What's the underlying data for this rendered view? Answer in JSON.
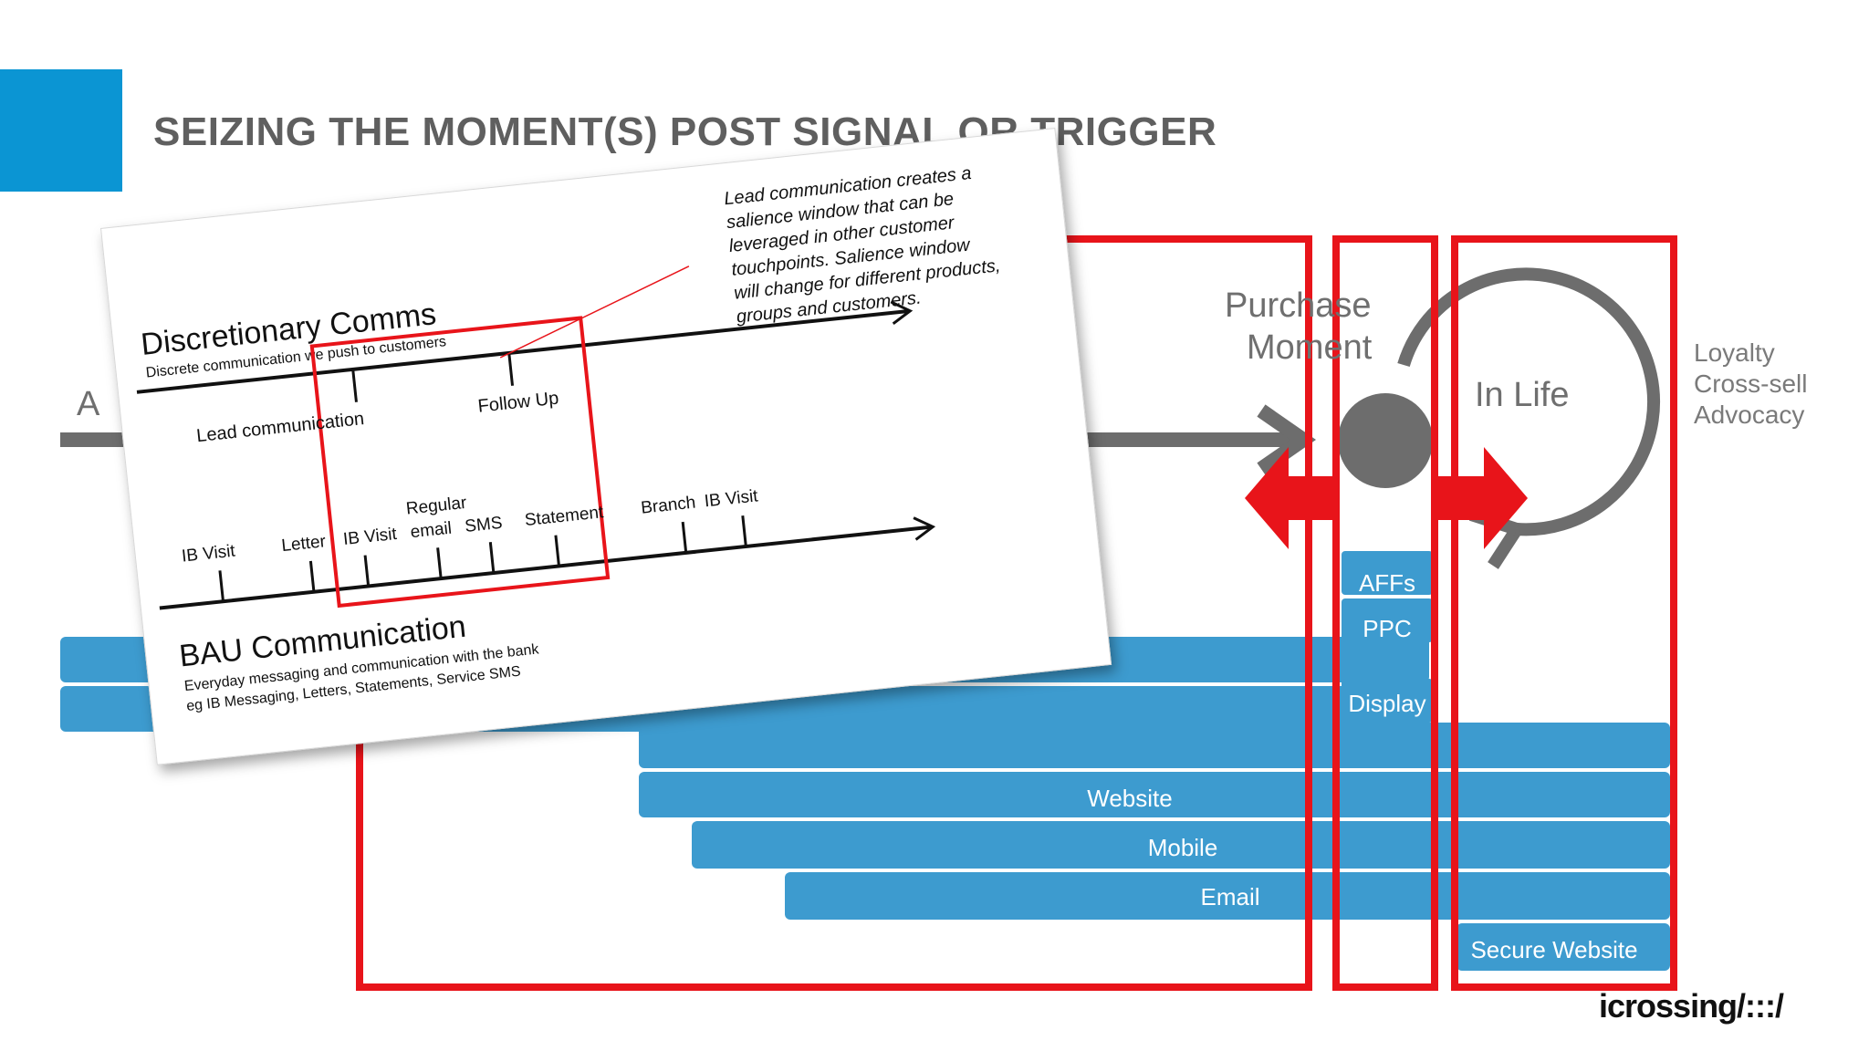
{
  "slide": {
    "title": "SEIZING THE MOMENT(S) POST SIGNAL OR TRIGGER",
    "accent_color": "#0b95d3",
    "highlight_color": "#e8141a"
  },
  "stages": {
    "left_partial": "A",
    "purchase_line1": "Purchase",
    "purchase_line2": "Moment",
    "in_life": "In Life",
    "loyalty": "Loyalty",
    "cross_sell": "Cross-sell",
    "advocacy": "Advocacy"
  },
  "channels": {
    "affs": "AFFs",
    "ppc": "PPC",
    "display": "Display",
    "website": "Website",
    "mobile": "Mobile",
    "email": "Email",
    "secure_website": "Secure Website"
  },
  "inset": {
    "callout_lines": [
      "Lead communication creates a",
      "salience window that can be",
      "leveraged in other customer",
      "touchpoints.  Salience window",
      "will change for different products,",
      "groups and customers."
    ],
    "discretionary_title": "Discretionary Comms",
    "discretionary_subtitle": "Discrete communication we push to customers",
    "lead_communication": "Lead communication",
    "follow_up": "Follow Up",
    "bau_title": "BAU Communication",
    "bau_sub1": "Everyday messaging and communication with the bank",
    "bau_sub2": "eg IB Messaging, Letters, Statements, Service SMS",
    "touchpoints": {
      "ib_visit_1": "IB Visit",
      "letter": "Letter",
      "ib_visit_2": "IB Visit",
      "regular": "Regular",
      "email": "email",
      "sms": "SMS",
      "statement": "Statement",
      "branch": "Branch",
      "ib_visit_3": "IB Visit"
    }
  },
  "brand": {
    "logo": "icrossing/:::/"
  }
}
